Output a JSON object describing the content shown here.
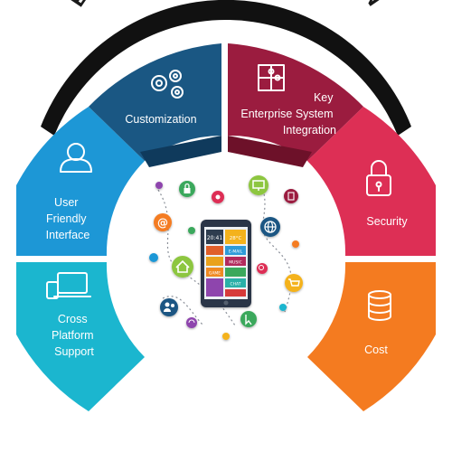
{
  "title": "ENTERPRISE MOBILITY SOLUTION",
  "segments": [
    {
      "id": "user-friendly",
      "lines": [
        "User",
        "Friendly",
        "Interface"
      ],
      "color": "#1d97d6",
      "icon": "user-icon"
    },
    {
      "id": "customization",
      "lines": [
        "Customization"
      ],
      "color": "#1a5783",
      "icon": "gears-icon"
    },
    {
      "id": "integration",
      "lines": [
        "Key",
        "Enterprise System",
        "Integration"
      ],
      "color": "#9b1c3f",
      "icon": "puzzle-icon"
    },
    {
      "id": "security",
      "lines": [
        "Security"
      ],
      "color": "#dd2f55",
      "icon": "lock-icon"
    },
    {
      "id": "cross-platform",
      "lines": [
        "Cross",
        "Platform",
        "Support"
      ],
      "color": "#1bb6cf",
      "icon": "devices-icon"
    },
    {
      "id": "cost",
      "lines": [
        "Cost"
      ],
      "color": "#f47b20",
      "icon": "coins-icon"
    }
  ],
  "phone": {
    "time": "20:41",
    "weather": "28°C",
    "tiles": [
      "E-MAIL",
      "MUSIC",
      "GAME",
      "CHAT"
    ]
  },
  "center_icons": [
    "lock-icon",
    "at-icon",
    "home-icon",
    "users-icon",
    "globe-icon",
    "monitor-icon",
    "cart-icon",
    "search-icon",
    "cursor-icon",
    "wifi-icon",
    "document-icon",
    "camera-icon",
    "cloud-icon"
  ]
}
